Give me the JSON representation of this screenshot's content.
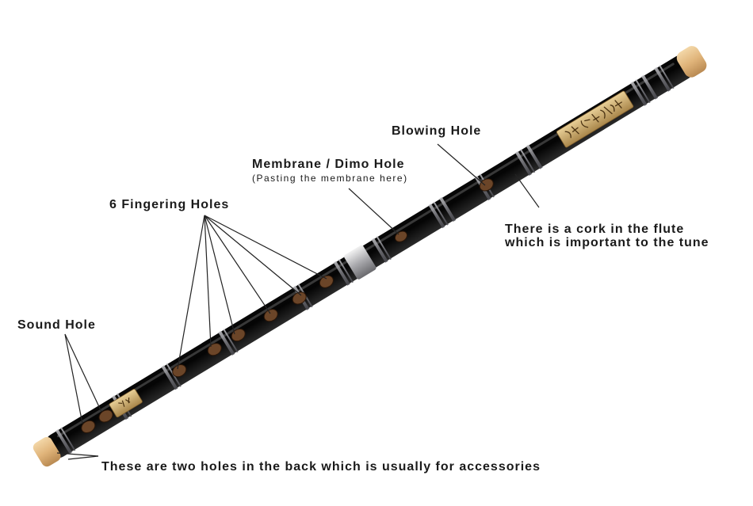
{
  "labels": {
    "blowing_hole": "Blowing Hole",
    "membrane_hole": "Membrane / Dimo Hole",
    "membrane_note": "(Pasting the membrane here)",
    "fingering_holes": "6 Fingering Holes",
    "sound_hole": "Sound Hole",
    "cork_note_line1": "There is a cork in the flute",
    "cork_note_line2": "which is important to the tune",
    "back_holes_note": "These are two holes in the back which is usually for accessories"
  },
  "flute": {
    "body_color": "#0d0d0d",
    "cap_color": "#e3bb86",
    "band_color": "#9a9aa0",
    "plaque_color": "#c9a96a",
    "hole_color": "#6b4528"
  }
}
